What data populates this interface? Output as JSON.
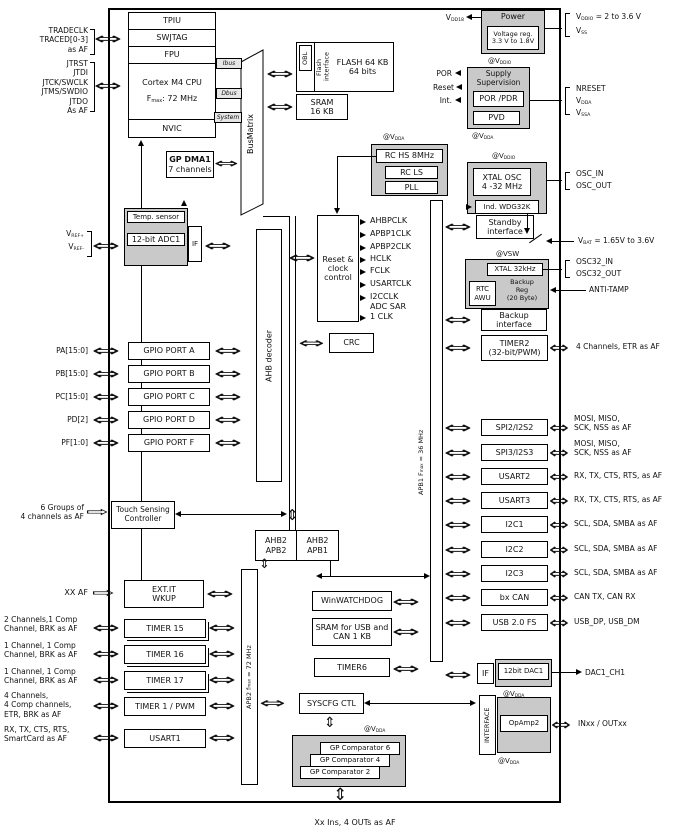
{
  "pins_left": {
    "trace": [
      "TRADECLK",
      "TRACED[0-3]",
      "as AF"
    ],
    "jtag": [
      "JTRST",
      "JTDI",
      "JTCK/SWCLK",
      "JTMS/SWDIO",
      "JTDO",
      "As AF"
    ],
    "vref_p": {
      "pre": "V",
      "sub": "REF+"
    },
    "vref_m": {
      "pre": "V",
      "sub": "REF-"
    },
    "gpio": [
      "PA[15:0]",
      "PB[15:0]",
      "PC[15:0]",
      "PD[2]",
      "PF[1:0]"
    ],
    "touch": [
      "6 Groups of",
      "4 channels as AF"
    ],
    "exti": "XX AF",
    "timer15": [
      "2 Channels,1 Comp",
      "Channel, BRK as AF"
    ],
    "timer16": [
      "1 Channel, 1 Comp",
      "Channel, BRK as AF"
    ],
    "timer17": [
      "1 Channel, 1 Comp",
      "Channel, BRK as AF"
    ],
    "timer1": [
      "4 Channels,",
      "4 Comp channels,",
      "ETR, BRK as AF"
    ],
    "usart1": [
      "RX, TX, CTS, RTS,",
      "SmartCard as AF"
    ]
  },
  "pins_right": {
    "vdd18": {
      "pre": "V",
      "sub": "DD18"
    },
    "vddio_range": {
      "pre": "V",
      "sub": "DDIO",
      "post": " = 2 to 3.6 V"
    },
    "vss": {
      "pre": "V",
      "sub": "SS"
    },
    "por": "POR",
    "reset": "Reset",
    "int": "Int.",
    "nreset": "NRESET",
    "vdda": {
      "pre": "V",
      "sub": "DDA"
    },
    "vssa": {
      "pre": "V",
      "sub": "SSA"
    },
    "osc_in": "OSC_IN",
    "osc_out": "OSC_OUT",
    "vbat": {
      "pre": "V",
      "sub": "BAT",
      "post": " = 1.65V to 3.6V"
    },
    "osc32_in": "OSC32_IN",
    "osc32_out": "OSC32_OUT",
    "anti_tamp": "ANTI-TAMP",
    "timer2": "4 Channels, ETR as AF",
    "spi": [
      "MOSI, MISO,",
      "SCK, NSS as AF"
    ],
    "usart": "RX, TX, CTS, RTS, as AF",
    "i2c": "SCL, SDA, SMBA as AF",
    "can": "CAN TX, CAN RX",
    "usb": "USB_DP, USB_DM",
    "dac": "DAC1_CH1",
    "opamp": "INxx / OUTxx",
    "comp_bottom": "Xx Ins, 4 OUTs as AF"
  },
  "blocks": {
    "cpu": {
      "tpiu": "TPIU",
      "swjtag": "SWJTAG",
      "fpu": "FPU",
      "core": "Cortex M4 CPU",
      "fmax": {
        "pre": "F",
        "sub": "max",
        "post": ": 72 MHz"
      },
      "nvic": "NVIC"
    },
    "dma": [
      "GP DMA1",
      "7 channels"
    ],
    "busmatrix": "BusMatrix",
    "bus_tags": [
      "Ibus",
      "Dbus",
      "System"
    ],
    "flash": {
      "obl": "OBL",
      "iface": "Flash interface",
      "name": "FLASH 64 KB",
      "bits": "64 bits"
    },
    "sram": [
      "SRAM",
      "16 KB"
    ],
    "power": {
      "title": "Power",
      "reg1": "Voltage reg.",
      "reg2": "3.3 V to 1.8V"
    },
    "supply": {
      "t1": "Supply",
      "t2": "Supervision",
      "porpdr": "POR /PDR",
      "pvd": "PVD"
    },
    "at_vddio": {
      "pre": "@V",
      "sub": "DDIO"
    },
    "at_vdda": {
      "pre": "@V",
      "sub": "DDA"
    },
    "at_vsw": "@VSW",
    "rc": {
      "hs": "RC HS 8MHz",
      "ls": "RC LS",
      "pll": "PLL"
    },
    "xtal": {
      "l1": "XTAL OSC",
      "l2": "4 -32 MHz",
      "wdg": "Ind. WDG32K"
    },
    "standby": [
      "Standby",
      "interface"
    ],
    "rcc": [
      "Reset &",
      "clock",
      "control"
    ],
    "clocks": [
      "AHBPCLK",
      "APBP1CLK",
      "APBP2CLK",
      "HCLK",
      "FCLK",
      "USARTCLK",
      "I2CCLK",
      "ADC SAR",
      "1 CLK"
    ],
    "adc": {
      "temp": "Temp. sensor",
      "name": "12-bit ADC1",
      "iface": "IF"
    },
    "backup": {
      "xtal32": "XTAL 32kHz",
      "rtc1": "RTC",
      "rtc2": "AWU",
      "reg": [
        "Backup",
        "Reg",
        "(20 Byte)"
      ],
      "iface": [
        "Backup",
        "interface"
      ]
    },
    "timer2": [
      "TIMER2",
      "(32-bit/PWM)"
    ],
    "gpio": [
      "GPIO PORT A",
      "GPIO PORT B",
      "GPIO PORT C",
      "GPIO PORT D",
      "GPIO PORT F"
    ],
    "ahb_decoder": "AHB decoder",
    "crc": "CRC",
    "apb1_bus": {
      "pre": "APB1 F",
      "sub": "max",
      "post": " = 36 MHz"
    },
    "apb2_bus": {
      "pre": "APB2 f",
      "sub": "max",
      "post": " = 72 MHz"
    },
    "bridge_l": [
      "AHB2",
      "APB2"
    ],
    "bridge_r": [
      "AHB2",
      "APB1"
    ],
    "touch": [
      "Touch Sensing",
      "Controller"
    ],
    "exti": [
      "EXT.IT",
      "WKUP"
    ],
    "timers": [
      "TIMER 15",
      "TIMER 16",
      "TIMER 17",
      "TIMER 1 / PWM",
      "USART1"
    ],
    "wwdg": "WinWATCHDOG",
    "sram_usb": [
      "SRAM for USB and",
      "CAN 1 KB"
    ],
    "timer6": "TIMER6",
    "syscfg": "SYSCFG CTL",
    "periph": [
      "SPI2/I2S2",
      "SPI3/I2S3",
      "USART2",
      "USART3",
      "I2C1",
      "I2C2",
      "I2C3",
      "bx CAN",
      "USB 2.0 FS"
    ],
    "dac": {
      "iface": "IF",
      "name": "12bit DAC1"
    },
    "opamp": {
      "iface": "INTERFACE",
      "name": "OpAmp2"
    },
    "comp": [
      "GP Comparator 6",
      "GP Comparator 4",
      "GP Comparator 2"
    ]
  },
  "colors": {
    "block_fill": "#c9c9c9",
    "box_fill": "#ffffff",
    "line": "#000000",
    "background": "#ffffff"
  }
}
